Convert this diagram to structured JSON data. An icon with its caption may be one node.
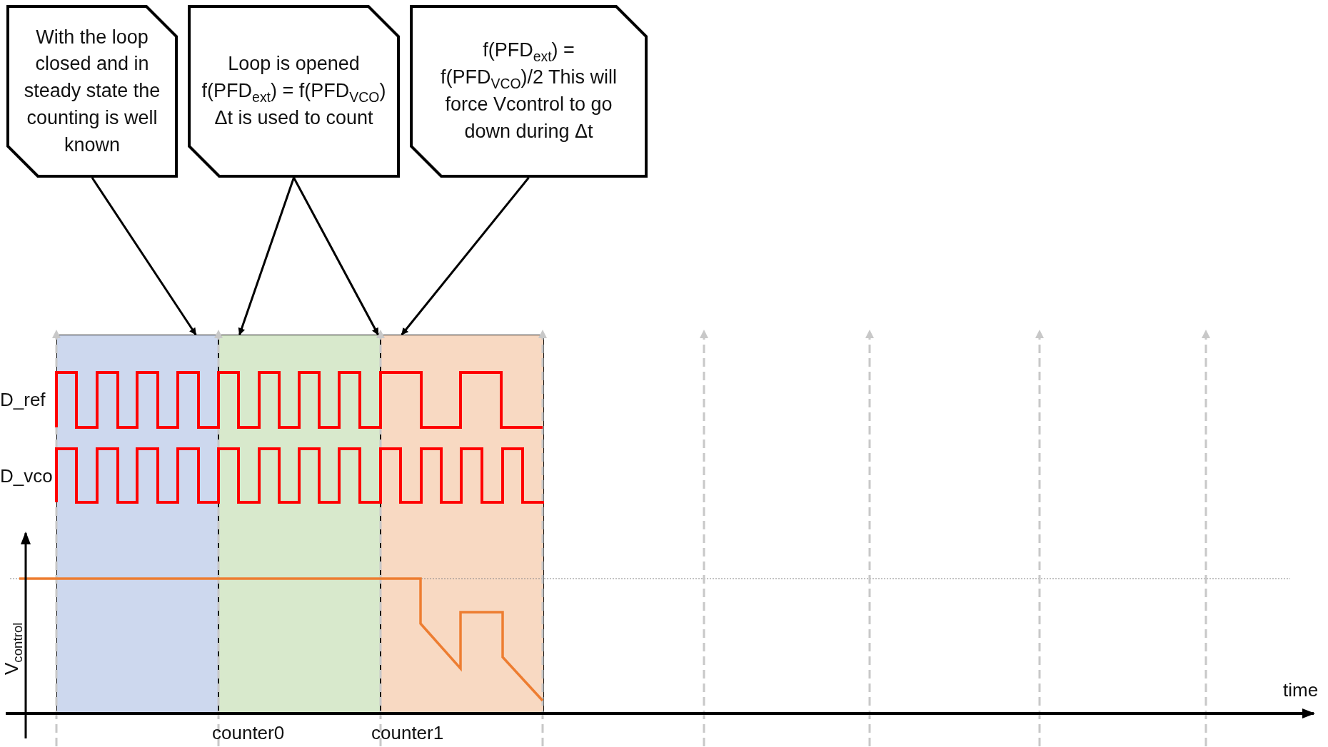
{
  "diagram": {
    "nodes": [
      {
        "text": [
          "With the loop closed and in steady state the counting is well known"
        ]
      },
      {
        "text": [
          "Loop is opened f(PFD$_{ext}$) = f(PFD$_{VCO}$) Δt is used to count"
        ]
      },
      {
        "text": [
          "f(PFD$_{ext}$) = f(PFD$_{VCO}$)/2 This will force Vcontrol to go down during Δt"
        ]
      },
      {
        "text": [],
        "shape": "box"
      },
      {
        "text": [],
        "shape": "box"
      },
      {
        "text": [],
        "shape": "box"
      }
    ],
    "edges": [
      {
        "from": 0,
        "to": 3,
        "arrow": "to"
      },
      {
        "from": 1,
        "to": 4,
        "arrow": "to"
      },
      {
        "from": 1,
        "to": 4,
        "arrow": "to"
      },
      {
        "from": 2,
        "to": 5,
        "arrow": "to"
      }
    ],
    "labels": [
      "D_ref",
      "D_vco",
      "V$_{control}$",
      "time",
      "counter0",
      "counter1"
    ]
  }
}
